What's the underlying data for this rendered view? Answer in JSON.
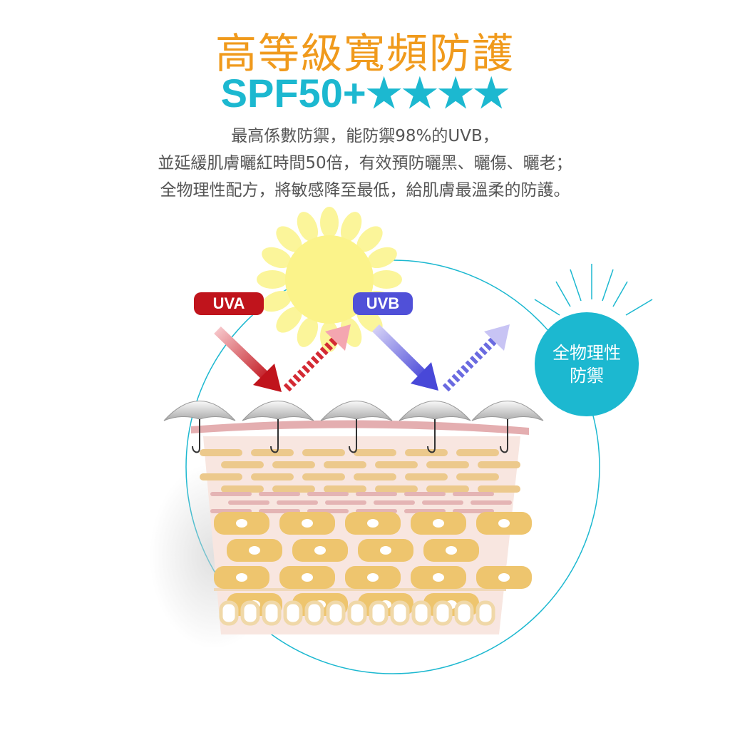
{
  "title": "高等級寬頻防護",
  "spf": {
    "text": "SPF50+",
    "stars": "★★★★"
  },
  "description": {
    "line1": "最高係數防禦，能防禦98%的UVB，",
    "line2": "並延緩肌膚曬紅時間50倍，有效預防曬黑、曬傷、曬老；",
    "line3": "全物理性配方，將敏感降至最低，給肌膚最溫柔的防護。"
  },
  "labels": {
    "uva": "UVA",
    "uvb": "UVB"
  },
  "badge": {
    "line1": "全物理性",
    "line2": "防禦"
  },
  "colors": {
    "title": "#f09a1c",
    "accent": "#1cb8d0",
    "uva": "#c0141c",
    "uvb": "#5050d8",
    "sun": "#fbf59a"
  }
}
